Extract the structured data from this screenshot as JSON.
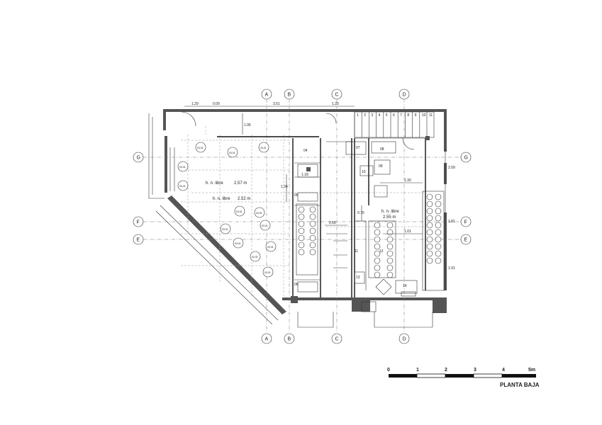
{
  "plan": {
    "title": "PLANTA BAJA",
    "scale_labels": [
      "0",
      "1",
      "2",
      "3",
      "4",
      "5m"
    ],
    "grid_axes_top": [
      "A",
      "B",
      "C",
      "D"
    ],
    "grid_axes_bottom": [
      "A",
      "B",
      "C",
      "D"
    ],
    "grid_axes_left": [
      "G",
      "F",
      "E"
    ],
    "grid_axes_right": [
      "G",
      "F",
      "E"
    ],
    "stair_steps": [
      "1",
      "2",
      "3",
      "4",
      "5",
      "6",
      "7",
      "8",
      "9",
      "10",
      "11"
    ],
    "dimensions": {
      "top_1": "1.29",
      "top_2": "0.09",
      "top_3": "3.51",
      "top_4": "1.20",
      "mid_1": "1.18",
      "mid_2": "1.34",
      "mid_3": "1.95",
      "mid_4": "1.30",
      "mid_5": "0.56",
      "mid_6": "1.01",
      "mid_7": "0.75",
      "right_1": "2.09",
      "right_2": "1.81",
      "right_3": "1.91"
    },
    "room_labels": {
      "room_a": "h. n. libre",
      "room_a_sub": "2.57 m",
      "room_b": "h. n. libre",
      "room_b_sub": "2.52 m",
      "room_c": "h. n. libre",
      "room_c_sub": "2.55 m"
    },
    "equipment_tags": [
      "04",
      "05",
      "06",
      "07",
      "08",
      "09",
      "10",
      "11",
      "12",
      "13",
      "14"
    ],
    "tables_tag": "03.01"
  }
}
